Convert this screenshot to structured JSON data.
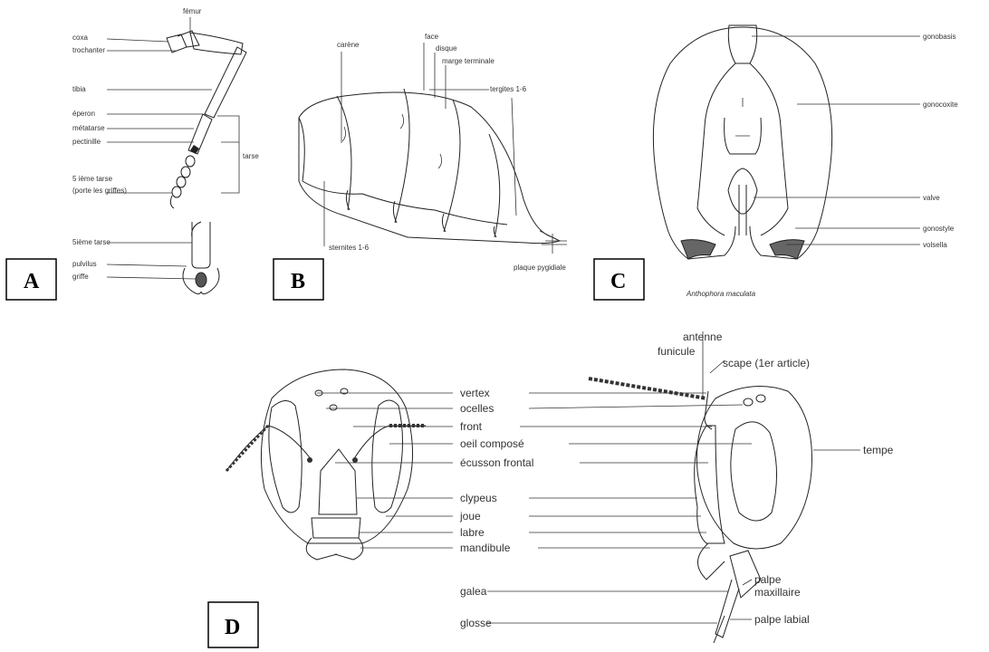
{
  "panels": {
    "A": {
      "letter": "A",
      "labels": {
        "femur": "fémur",
        "coxa": "coxa",
        "trochanter": "trochanter",
        "tibia": "tibia",
        "eperon": "éperon",
        "metatarse": "métatarse",
        "peniciline": "pectinille",
        "tarse": "tarse",
        "cinquieme_tarse": "5 ième tarse",
        "porte_griffes": "(porte les griffes)",
        "cinquieme_tarse_2": "5ième tarse",
        "pulvilus": "pulvilus",
        "griffe": "griffe"
      }
    },
    "B": {
      "letter": "B",
      "labels": {
        "carene": "carène",
        "face": "face",
        "disque": "disque",
        "marge_terminale": "marge terminale",
        "tergites": "tergites 1-6",
        "sternites": "sternites 1-6",
        "plaque_pygidiale": "plaque pygidiale"
      }
    },
    "C": {
      "letter": "C",
      "labels": {
        "gonobasis": "gonobasis",
        "gonocoxite": "gonocoxite",
        "valve": "valve",
        "gonostyle": "gonostyle",
        "volsella": "volsella"
      },
      "species": "Anthophora maculata"
    },
    "D": {
      "letter": "D",
      "labels": {
        "antenne": "antenne",
        "funicule": "funicule",
        "scape": "scape (1er article)",
        "vertex": "vertex",
        "ocelles": "ocelles",
        "front": "front",
        "oeil": "oeil composé",
        "ecusson": "écusson frontal",
        "clypeus": "clypeus",
        "joue": "joue",
        "labre": "labre",
        "mandibule": "mandibule",
        "tempe": "tempe",
        "galea": "galea",
        "glosse": "glosse",
        "palpe_max_1": "palpe",
        "palpe_max_2": "maxillaire",
        "palpe_labial": "palpe labial"
      }
    }
  }
}
